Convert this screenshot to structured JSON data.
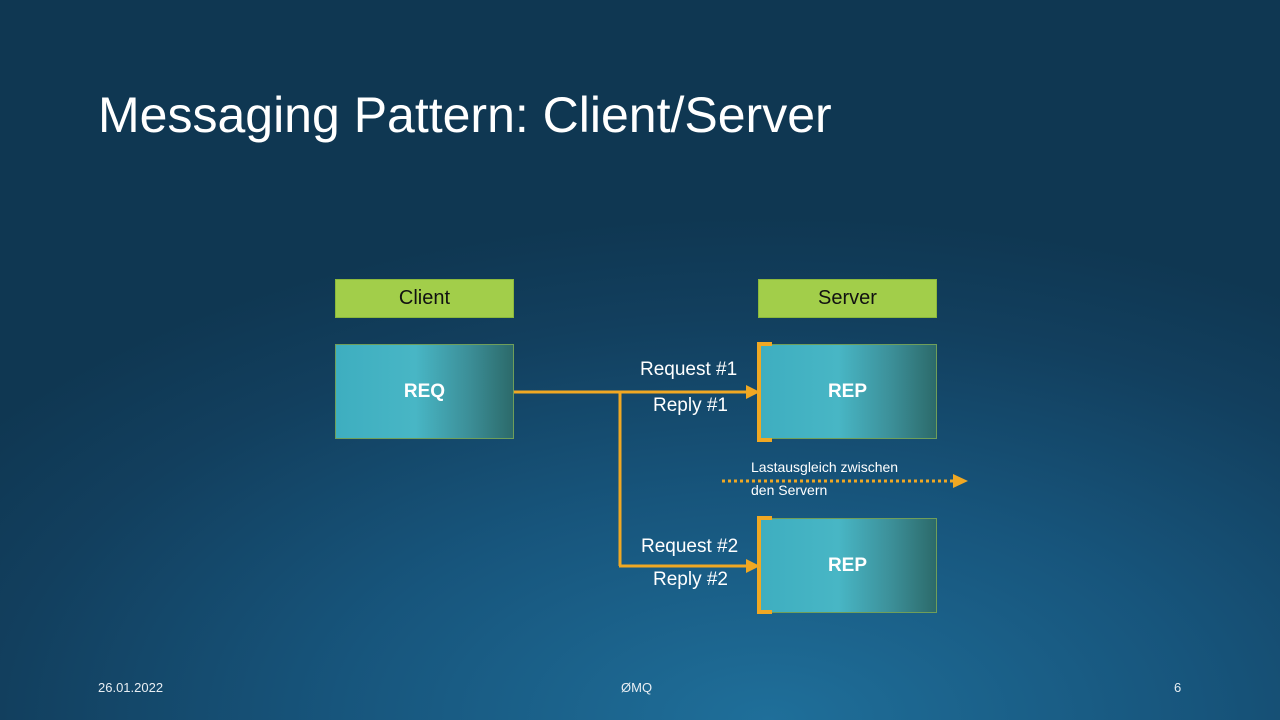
{
  "slide": {
    "title": "Messaging Pattern: Client/Server",
    "date": "26.01.2022",
    "footer_center": "ØMQ",
    "page_number": "6"
  },
  "diagram": {
    "client_label": "Client",
    "server_label": "Server",
    "client_socket": "REQ",
    "server_sockets": [
      "REP",
      "REP"
    ],
    "messages": [
      {
        "request": "Request #1",
        "reply": "Reply #1"
      },
      {
        "request": "Request #2",
        "reply": "Reply #2"
      }
    ],
    "load_balancing_note_line1": "Lastausgleich zwischen",
    "load_balancing_note_line2": "den Servern"
  },
  "colors": {
    "arrow": "#f0a823",
    "label_box": "#a2ce4a"
  }
}
